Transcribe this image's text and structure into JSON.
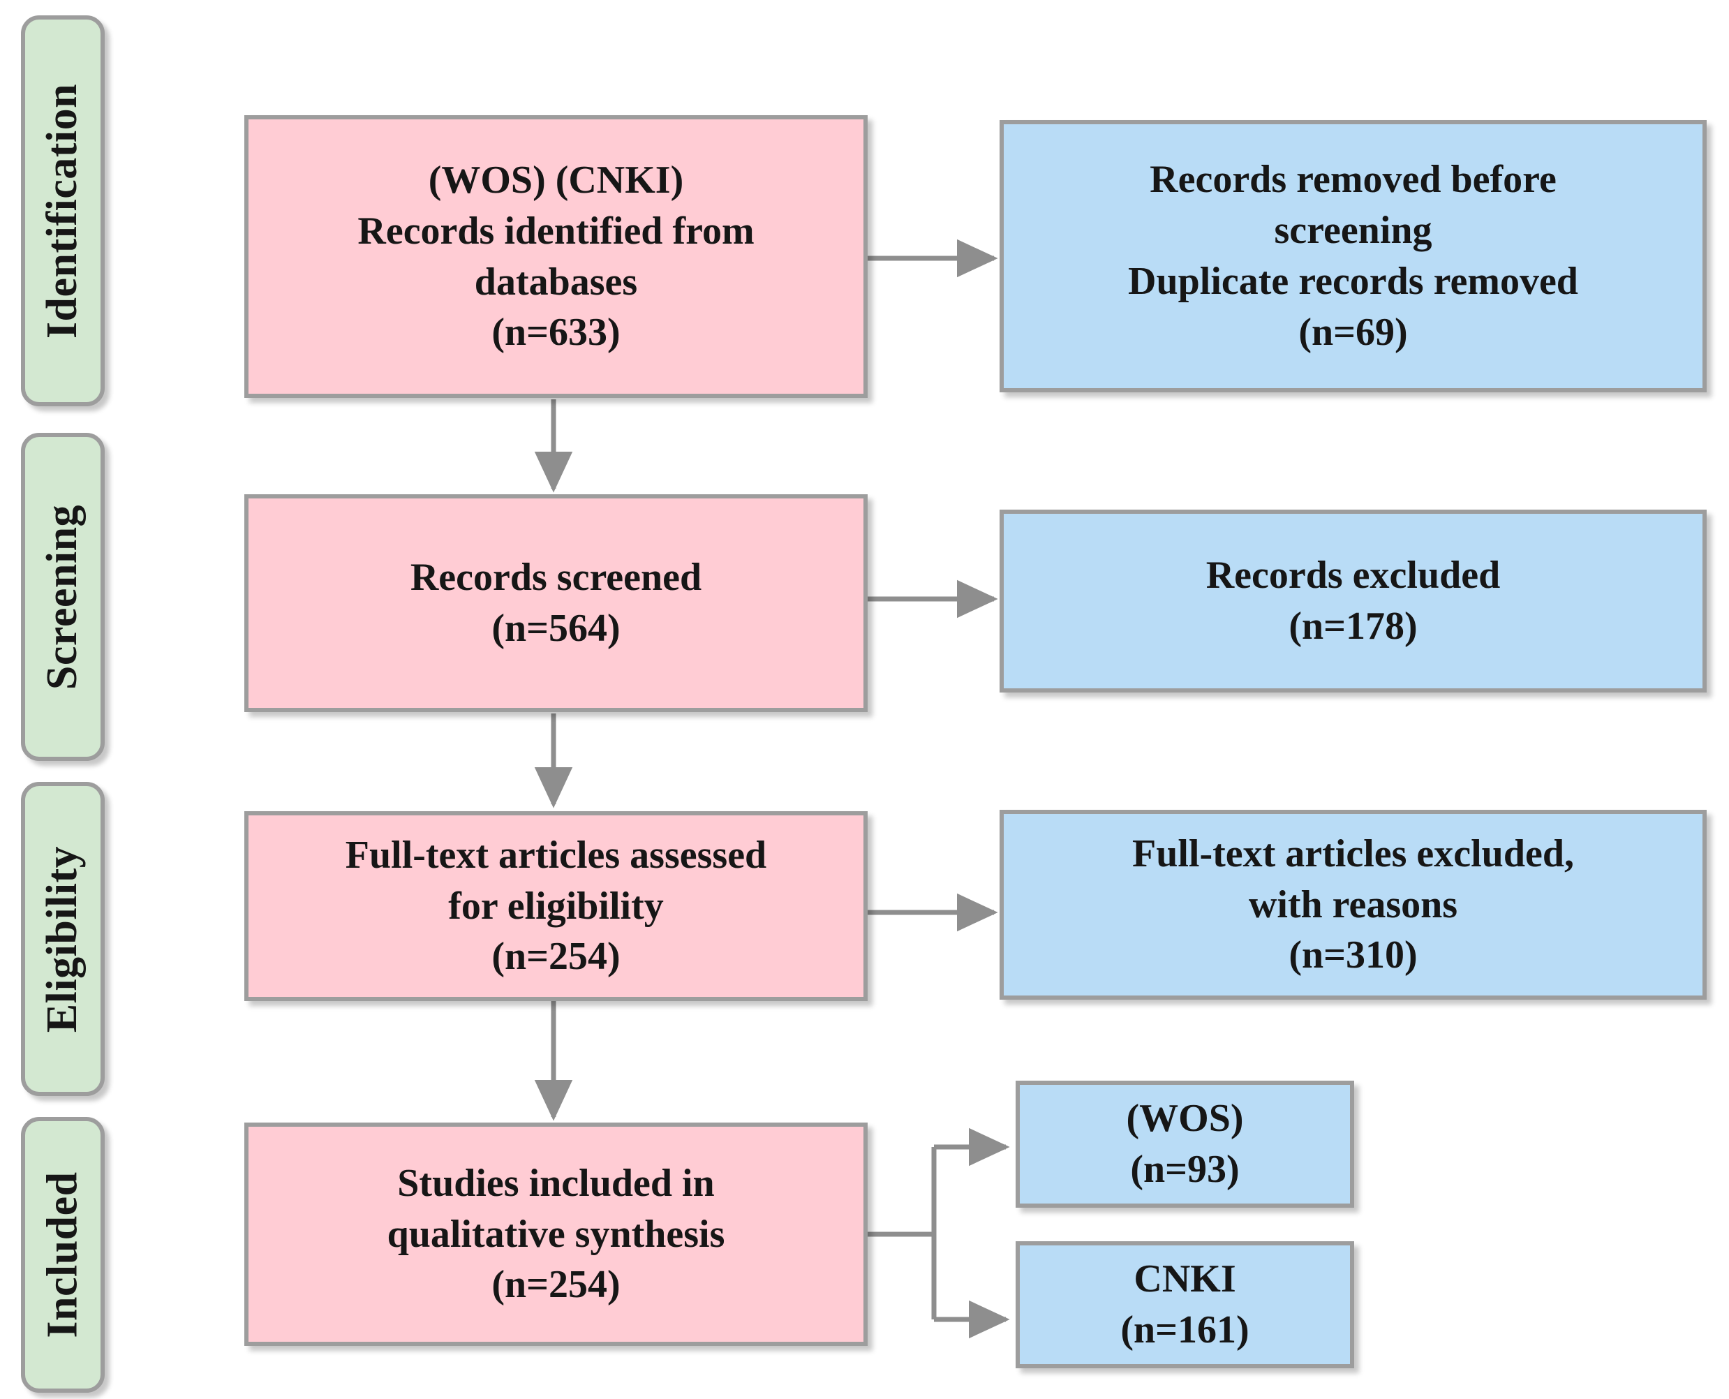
{
  "diagram": {
    "title": "PRISMA study selection flow diagram",
    "colors": {
      "identified_box": "#ffccd4",
      "excluded_box": "#b9dcf6",
      "phase_label": "#d3e8d1",
      "border": "#9d9d9d",
      "connector": "#8e8e8e",
      "text": "#161616"
    }
  },
  "phases": [
    {
      "label": "Identification"
    },
    {
      "label": "Screening"
    },
    {
      "label": "Eligibility"
    },
    {
      "label": "Included"
    }
  ],
  "flow": {
    "identified": {
      "line1": "(WOS) (CNKI)",
      "line2": "Records identified from",
      "line3": "databases",
      "count": "(n=633)"
    },
    "removed_before_screening": {
      "line1": "Records removed before",
      "line2": "screening",
      "line3": "Duplicate records removed",
      "count": "(n=69)"
    },
    "screened": {
      "line1": "Records screened",
      "count": "(n=564)"
    },
    "records_excluded": {
      "line1": "Records excluded",
      "count": "(n=178)"
    },
    "fulltext_assessed": {
      "line1": "Full-text articles assessed",
      "line2": "for eligibility",
      "count": "(n=254)"
    },
    "fulltext_excluded": {
      "line1": "Full-text articles excluded,",
      "line2": "with reasons",
      "count": "(n=310)"
    },
    "included": {
      "line1": "Studies included in",
      "line2": "qualitative synthesis",
      "count": "(n=254)"
    },
    "included_wos": {
      "line1": "(WOS)",
      "count": "(n=93)"
    },
    "included_cnki": {
      "line1": "CNKI",
      "count": "(n=161)"
    }
  }
}
